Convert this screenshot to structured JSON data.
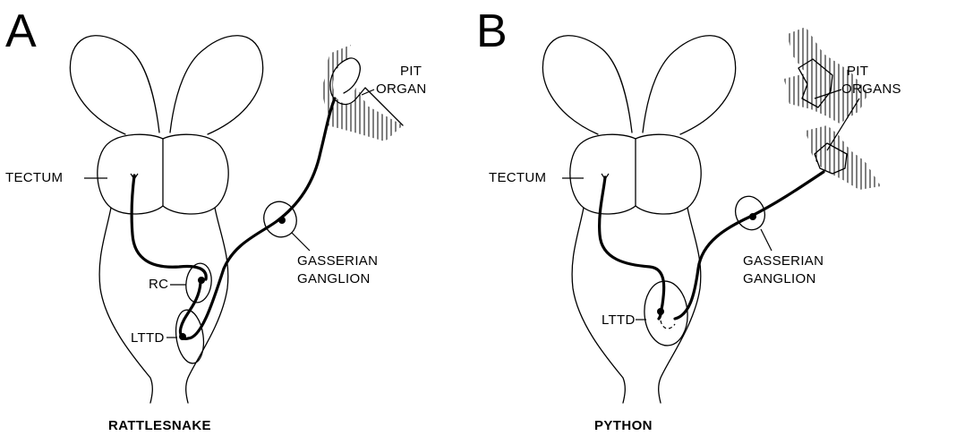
{
  "panels": [
    {
      "letter": "A",
      "caption": "RATTLESNAKE",
      "labels": {
        "tectum": "TECTUM",
        "pit_line1": "PIT",
        "pit_line2": "ORGAN",
        "rc": "RC",
        "gasserian_line1": "GASSERIAN",
        "gasserian_line2": "GANGLION",
        "lttd": "LTTD"
      }
    },
    {
      "letter": "B",
      "caption": "PYTHON",
      "labels": {
        "tectum": "TECTUM",
        "pit_line1": "PIT",
        "pit_line2": "ORGANS",
        "gasserian_line1": "GASSERIAN",
        "gasserian_line2": "GANGLION",
        "lttd": "LTTD"
      }
    }
  ]
}
